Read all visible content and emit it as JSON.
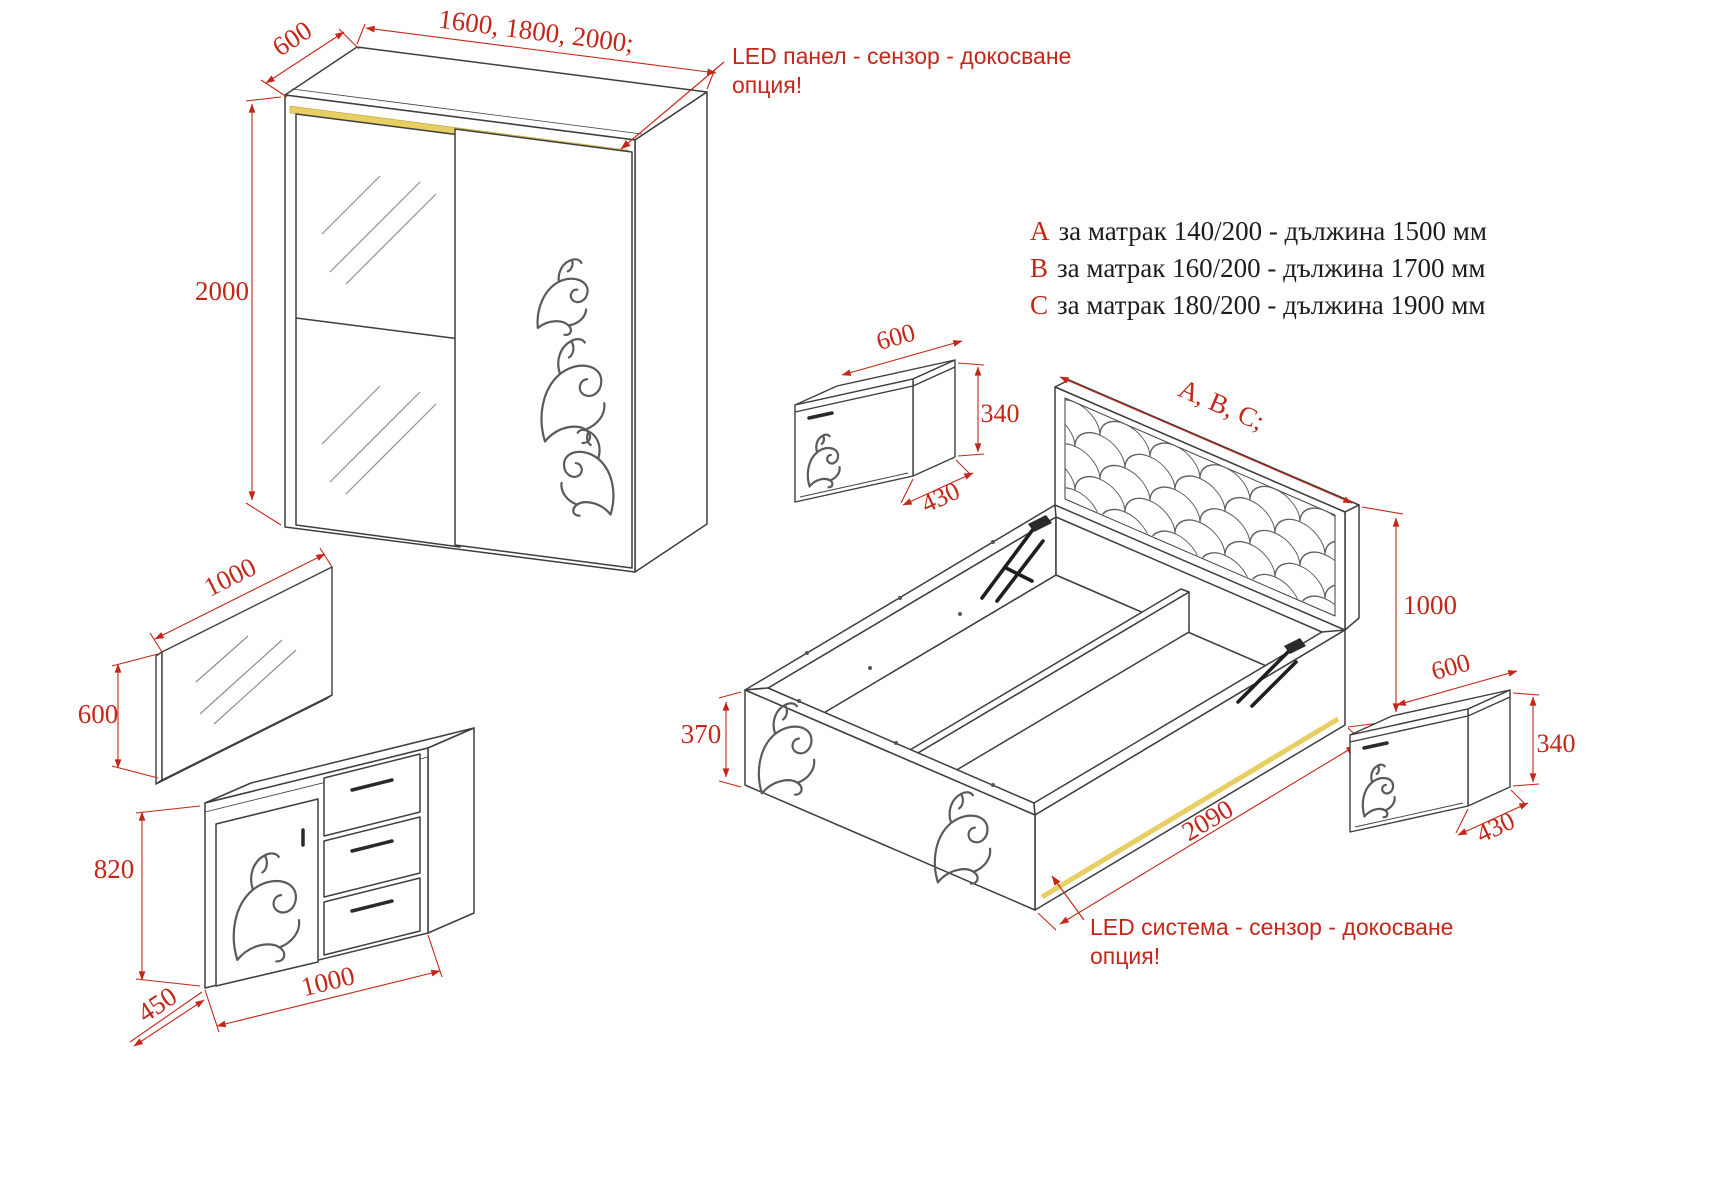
{
  "colors": {
    "dimension_red": "#c4271a",
    "outline": "#3e3e3e",
    "led_yellow": "#e8cf63"
  },
  "wardrobe": {
    "depth": "600",
    "widths": "1600, 1800, 2000;",
    "height": "2000",
    "led_note": {
      "line1": "LED панел - сензор - докосване",
      "line2": "опция!"
    }
  },
  "mirror": {
    "width": "1000",
    "height": "600"
  },
  "dresser": {
    "height": "820",
    "depth": "450",
    "width": "1000"
  },
  "mattress_options": [
    {
      "letter": "A",
      "text": "за матрак 140/200 - дължина 1500 мм"
    },
    {
      "letter": "B",
      "text": "за матрак 160/200 - дължина 1700 мм"
    },
    {
      "letter": "C",
      "text": "за матрак 180/200 - дължина 1900 мм"
    }
  ],
  "bed": {
    "sizes": "A, B, C;",
    "rail_height": "370",
    "headboard_height": "1000",
    "length": "2090",
    "led_note": {
      "line1": "LED система - сензор - докосване",
      "line2": "опция!"
    }
  },
  "nightstand_left": {
    "width": "600",
    "height": "340",
    "depth": "430"
  },
  "nightstand_right": {
    "width": "600",
    "height": "340",
    "depth": "430"
  }
}
